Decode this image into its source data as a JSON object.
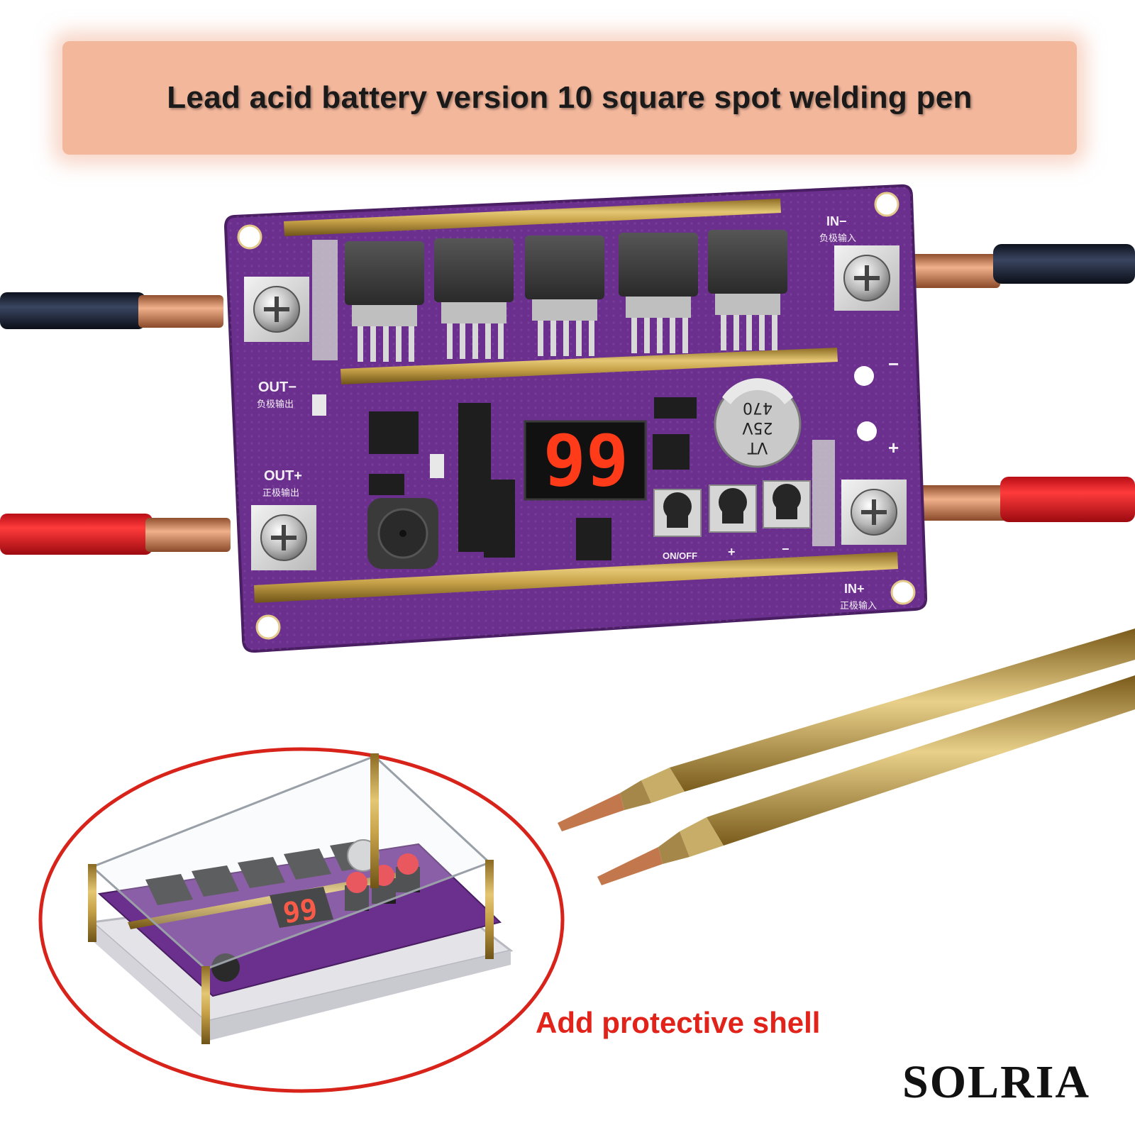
{
  "banner": {
    "title": "Lead acid battery version 10 square spot welding pen"
  },
  "board": {
    "label_in_neg": "IN−",
    "label_in_neg_cn": "负极输入",
    "label_in_pos": "IN+",
    "label_in_pos_cn": "正极输入",
    "label_out_neg": "OUT−",
    "label_out_neg_cn": "负极输出",
    "label_out_pos": "OUT+",
    "label_out_pos_cn": "正极输出",
    "display_value": "99",
    "button_onoff": "ON/OFF",
    "button_plus": "+",
    "button_minus": "−",
    "capacitor_line1": "VT",
    "capacitor_line2": "25V",
    "capacitor_line3": "470",
    "polarity_plus": "+",
    "polarity_minus": "−"
  },
  "inset": {
    "display_value": "99",
    "caption": "Add protective shell"
  },
  "brand": {
    "name": "SOLRIA"
  },
  "colors": {
    "banner": "#f3b79c",
    "pcb": "#6b2f8e",
    "copper": "#c9825a",
    "brass": "#c6a148",
    "cable_red": "#e0141e",
    "cable_black": "#1b2233",
    "inset_ellipse": "#d8231b"
  }
}
